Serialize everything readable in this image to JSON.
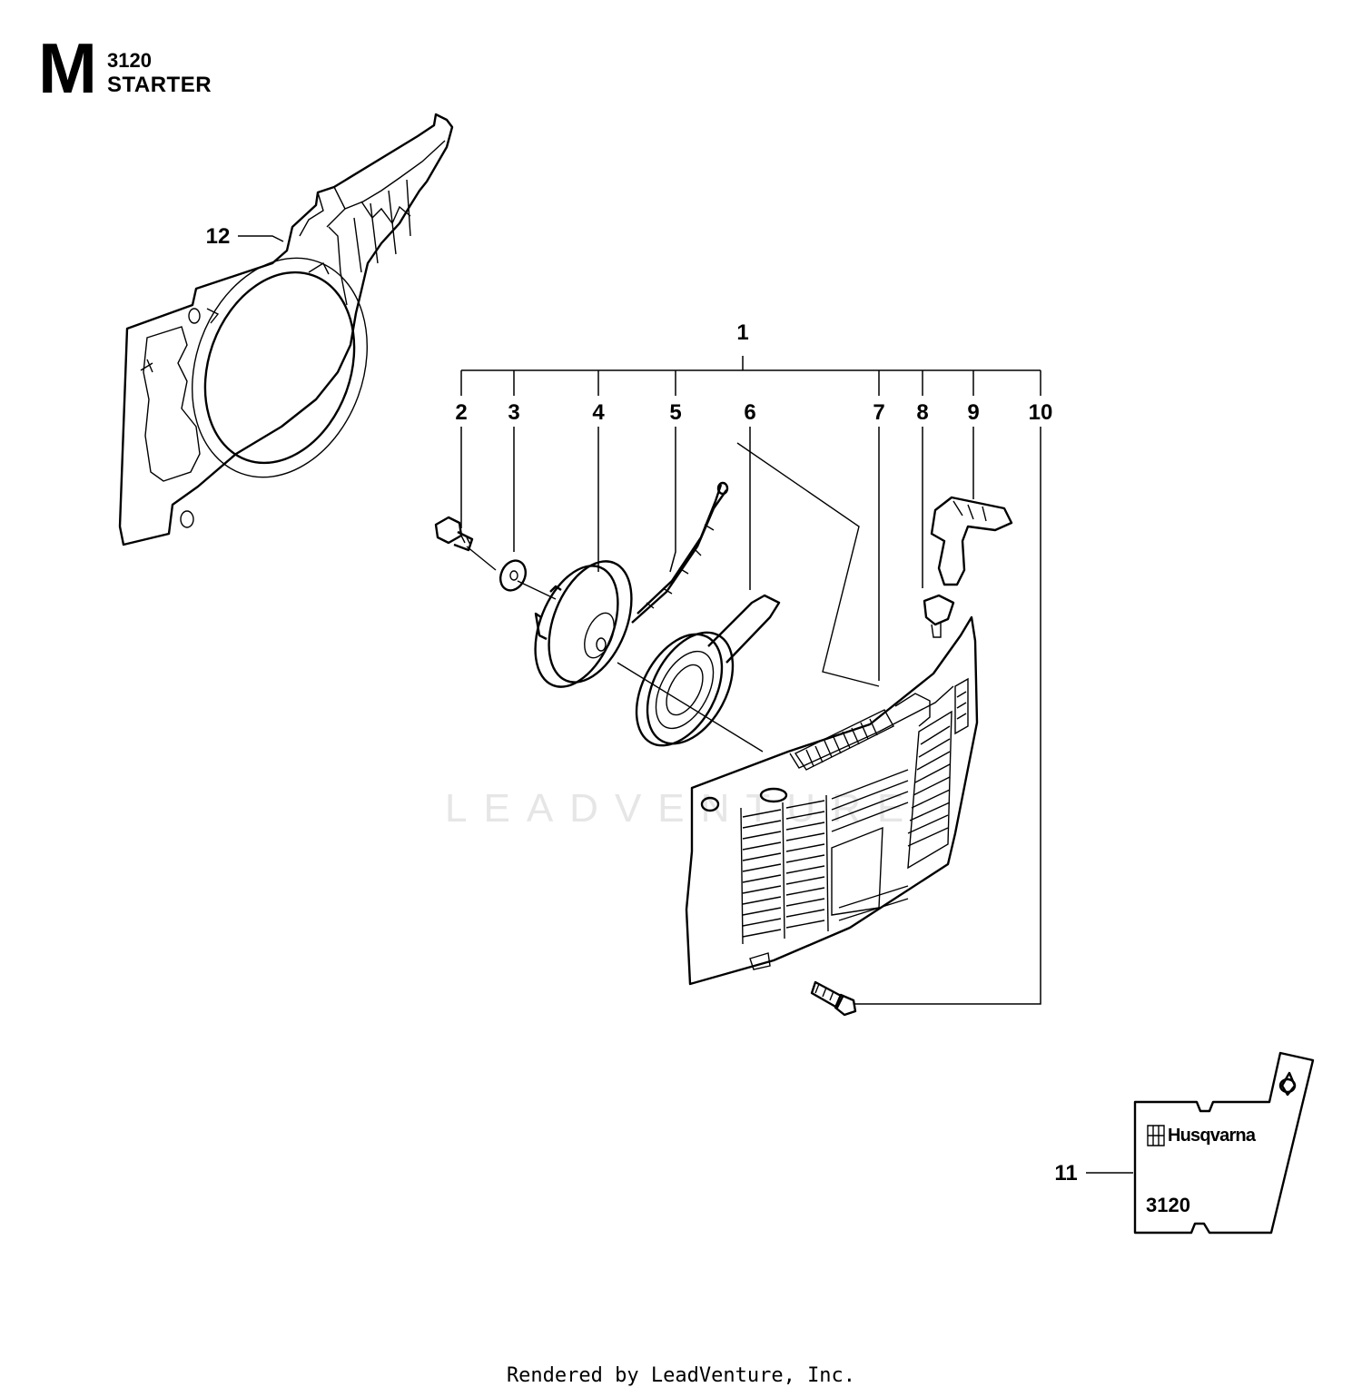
{
  "header": {
    "section_letter": "M",
    "model": "3120",
    "title": "STARTER"
  },
  "callouts": [
    "1",
    "2",
    "3",
    "4",
    "5",
    "6",
    "7",
    "8",
    "9",
    "10",
    "11",
    "12"
  ],
  "decal": {
    "brand": "Husqvarna",
    "model": "3120"
  },
  "watermark": "LEADVENTURE",
  "footer": "Rendered by LeadVenture, Inc."
}
